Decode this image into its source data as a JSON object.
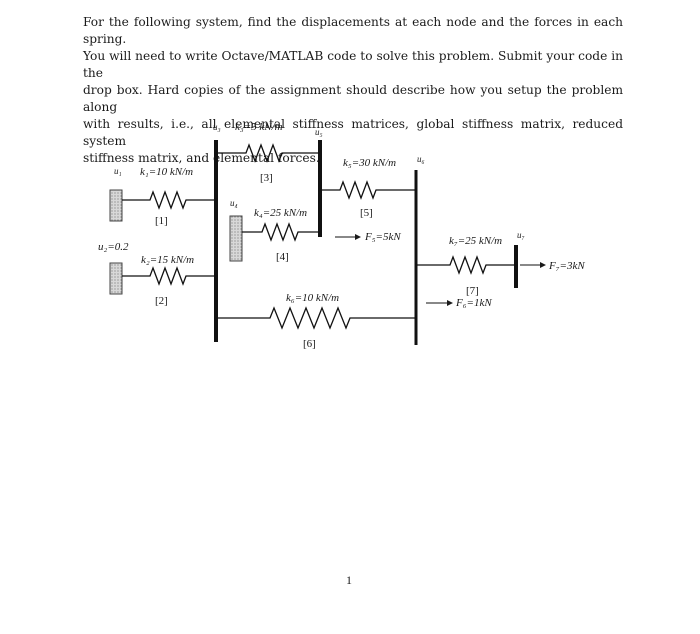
{
  "problem": {
    "lines": [
      "For the following system, find the displacements at each node and the forces in each spring.",
      "You will need to write Octave/MATLAB code to solve this problem. Submit your code in the",
      "drop box. Hard copies of the assignment should describe how you setup the problem along",
      "with results, i.e., all elemental stiffness matrices, global stiffness matrix, reduced system",
      "stiffness matrix, and elemental forces."
    ]
  },
  "figure": {
    "nodes": {
      "u1": "u₁",
      "u2": "u₂=0.2",
      "u3": "u₃",
      "u4": "u₄",
      "u5": "u₅",
      "u6": "u₆",
      "u7": "u₇"
    },
    "springs": {
      "k1": "k₁=10 kN/m",
      "k2": "k₂=15 kN/m",
      "k3": "k₃=5 kN/m",
      "k4": "k₄=25 kN/m",
      "k5": "k₅=30 kN/m",
      "k6": "k₆=10 kN/m",
      "k7": "k₇=25 kN/m"
    },
    "elements": {
      "e1": "[1]",
      "e2": "[2]",
      "e3": "[3]",
      "e4": "[4]",
      "e5": "[5]",
      "e6": "[6]",
      "e7": "[7]"
    },
    "forces": {
      "f5": "F₅=5kN",
      "f6": "F₆=1kN",
      "f7": "F₇=3kN"
    }
  },
  "page_number": "1"
}
